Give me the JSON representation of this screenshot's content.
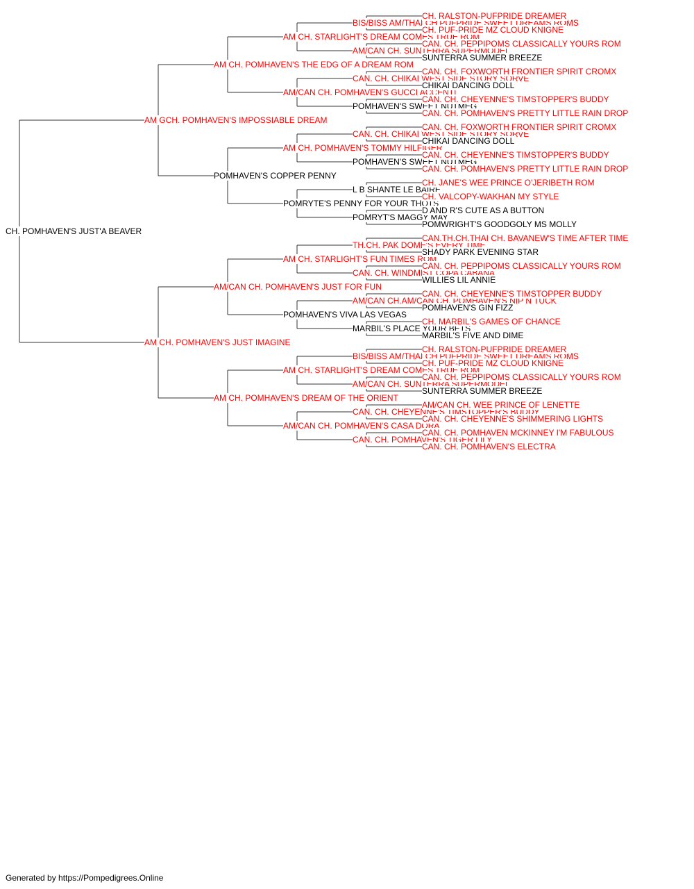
{
  "colors": {
    "titled": "#ff0000",
    "plain": "#000000",
    "line": "#333333"
  },
  "root": {
    "name": "CH. POMHAVEN'S JUST'A BEAVER",
    "titled": false
  },
  "sire": {
    "name": "AM GCH. POMHAVEN'S IMPOSSIABLE DREAM",
    "titled": true
  },
  "dam": {
    "name": "AM CH. POMHAVEN'S JUST IMAGINE",
    "titled": true
  },
  "gen3": [
    {
      "name": "AM CH. POMHAVEN'S THE EDG OF A DREAM ROM",
      "titled": true
    },
    {
      "name": "POMHAVEN'S COPPER PENNY",
      "titled": false
    },
    {
      "name": "AM/CAN CH. POMHAVEN'S JUST FOR FUN",
      "titled": true
    },
    {
      "name": "AM CH. POMHAVEN'S DREAM OF THE ORIENT",
      "titled": true
    }
  ],
  "gen4": [
    {
      "name": "AM CH. STARLIGHT'S DREAM COMES TRUE ROM",
      "titled": true
    },
    {
      "name": "AM/CAN CH. POMHAVEN'S GUCCI ACCENTI",
      "titled": true
    },
    {
      "name": "AM CH. POMHAVEN'S TOMMY HILFIGER",
      "titled": true
    },
    {
      "name": "POMRYTE'S PENNY FOR YOUR THOTS",
      "titled": false
    },
    {
      "name": "AM CH. STARLIGHT'S FUN TIMES ROM",
      "titled": true
    },
    {
      "name": "POMHAVEN'S VIVA LAS VEGAS",
      "titled": false
    },
    {
      "name": "AM CH. STARLIGHT'S DREAM COMES TRUE ROM",
      "titled": true
    },
    {
      "name": "AM/CAN CH. POMHAVEN'S CASA DORA",
      "titled": true
    }
  ],
  "gen5": [
    {
      "name": "BIS/BISS AM/THAI CH PUFPRIDE SWEET DREAMS ROMS",
      "titled": true
    },
    {
      "name": "AM/CAN CH. SUNTERRA SUPERMODEL",
      "titled": true
    },
    {
      "name": "CAN. CH. CHIKAI WEST SIDE STORY SORVE",
      "titled": true
    },
    {
      "name": "POMHAVEN'S SWEET NUTMEG",
      "titled": false
    },
    {
      "name": "CAN. CH. CHIKAI WEST SIDE STORY SORVE",
      "titled": true
    },
    {
      "name": "POMHAVEN'S SWEET NUTMEG",
      "titled": false
    },
    {
      "name": "L B SHANTE LE BAIRE",
      "titled": false
    },
    {
      "name": "POMRYT'S MAGGY MAY",
      "titled": false
    },
    {
      "name": "TH.CH. PAK DOME'S EVERY TIME",
      "titled": true
    },
    {
      "name": "CAN. CH. WINDMIST COPA CABANA",
      "titled": true
    },
    {
      "name": "AM/CAN CH.AM/CAN CH. POMHAVEN'S NIP N TUCK",
      "titled": true
    },
    {
      "name": "MARBIL'S PLACE YOUR BETS",
      "titled": false
    },
    {
      "name": "BIS/BISS AM/THAI CH PUFPRIDE SWEET DREAMS ROMS",
      "titled": true
    },
    {
      "name": "AM/CAN CH. SUNTERRA SUPERMODEL",
      "titled": true
    },
    {
      "name": "CAN. CH. CHEYENNE'S TIMSTOPPER'S BUDDY",
      "titled": true
    },
    {
      "name": "CAN. CH. POMHAVEN'S TIGER LILY",
      "titled": true
    }
  ],
  "gen6": [
    {
      "name": "CH. RALSTON-PUFPRIDE DREAMER",
      "titled": true
    },
    {
      "name": "CH. PUF-PRIDE MZ CLOUD KNIGNE",
      "titled": true
    },
    {
      "name": "CAN. CH. PEPPIPOMS CLASSICALLY YOURS ROM",
      "titled": true
    },
    {
      "name": "SUNTERRA SUMMER BREEZE",
      "titled": false
    },
    {
      "name": "CAN. CH. FOXWORTH FRONTIER SPIRIT CROMX",
      "titled": true
    },
    {
      "name": "CHIKAI DANCING DOLL",
      "titled": false
    },
    {
      "name": "CAN. CH. CHEYENNE'S TIMSTOPPER'S BUDDY",
      "titled": true
    },
    {
      "name": "CAN. CH. POMHAVEN'S PRETTY LITTLE RAIN DROP",
      "titled": true
    },
    {
      "name": "CAN. CH. FOXWORTH FRONTIER SPIRIT CROMX",
      "titled": true
    },
    {
      "name": "CHIKAI DANCING DOLL",
      "titled": false
    },
    {
      "name": "CAN. CH. CHEYENNE'S TIMSTOPPER'S BUDDY",
      "titled": true
    },
    {
      "name": "CAN. CH. POMHAVEN'S PRETTY LITTLE RAIN DROP",
      "titled": true
    },
    {
      "name": "CH. JANE'S WEE PRINCE O'JERIBETH ROM",
      "titled": true
    },
    {
      "name": "CH. VALCOPY-WAKHAN MY STYLE",
      "titled": true
    },
    {
      "name": "D AND R'S CUTE AS A BUTTON",
      "titled": false
    },
    {
      "name": "POMWRIGHT'S GOODGOLY MS MOLLY",
      "titled": false
    },
    {
      "name": "CAN.TH.CH.THAI CH. BAVANEW'S TIME AFTER TIME",
      "titled": true
    },
    {
      "name": "SHADY PARK EVENING STAR",
      "titled": false
    },
    {
      "name": "CAN. CH. PEPPIPOMS CLASSICALLY YOURS ROM",
      "titled": true
    },
    {
      "name": "WILLIES LIL ANNIE",
      "titled": false
    },
    {
      "name": "CAN. CH. CHEYENNE'S TIMSTOPPER BUDDY",
      "titled": true
    },
    {
      "name": "POMHAVEN'S GIN FIZZ",
      "titled": false
    },
    {
      "name": "CH. MARBIL'S GAMES OF CHANCE",
      "titled": true
    },
    {
      "name": "MARBIL'S FIVE AND DIME",
      "titled": false
    },
    {
      "name": "CH. RALSTON-PUFPRIDE DREAMER",
      "titled": true
    },
    {
      "name": "CH. PUF-PRIDE MZ CLOUD KNIGNE",
      "titled": true
    },
    {
      "name": "CAN. CH. PEPPIPOMS CLASSICALLY YOURS ROM",
      "titled": true
    },
    {
      "name": "SUNTERRA SUMMER BREEZE",
      "titled": false
    },
    {
      "name": "AM/CAN CH. WEE PRINCE OF LENETTE",
      "titled": true
    },
    {
      "name": "CAN. CH. CHEYENNE'S SHIMMERING LIGHTS",
      "titled": true
    },
    {
      "name": "CAN. CH. POMHAVEN MCKINNEY I'M FABULOUS",
      "titled": true
    },
    {
      "name": "CAN. CH. POMHAVEN'S ELECTRA",
      "titled": true
    }
  ],
  "footer": "Generated by https://Pompedigrees.Online"
}
